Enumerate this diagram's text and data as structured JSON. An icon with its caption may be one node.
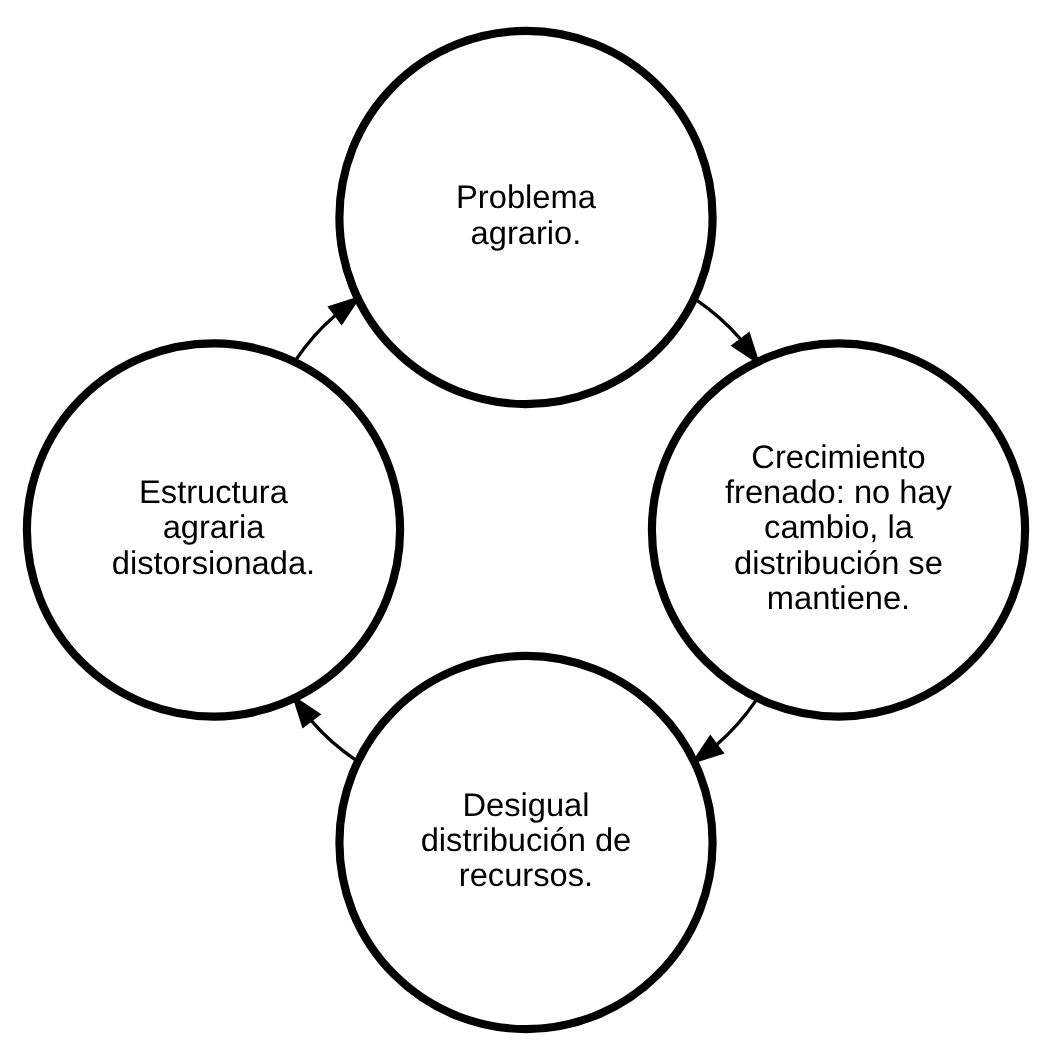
{
  "diagram": {
    "nodes": [
      {
        "text": [
          "Desigual distribución de recursos."
        ]
      },
      {
        "text": [
          "Estructura agraria distorsionada."
        ]
      },
      {
        "text": [
          "Problema agrario."
        ]
      },
      {
        "text": [
          "Crecimiento frenado: no hay cambio, la distribución se mantiene."
        ]
      }
    ],
    "edges": [
      {
        "from": 0,
        "to": 1,
        "arrow": "to"
      },
      {
        "from": 1,
        "to": 2,
        "arrow": "to"
      },
      {
        "from": 2,
        "to": 3,
        "arrow": "to"
      },
      {
        "from": 3,
        "to": 0,
        "arrow": "to"
      }
    ]
  }
}
